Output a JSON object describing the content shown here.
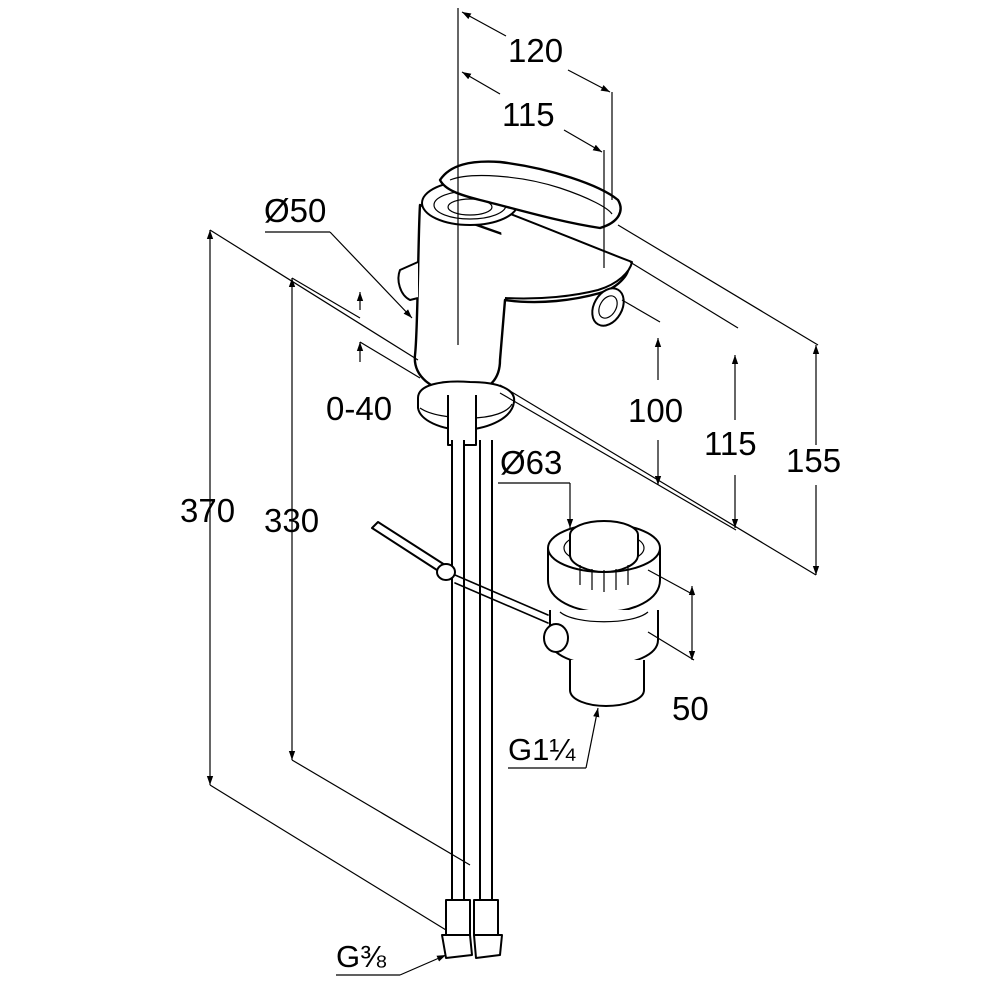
{
  "dimensions": {
    "d120": "120",
    "d115_top": "115",
    "dia50": "Ø50",
    "d0_40": "0-40",
    "d100": "100",
    "d115_right": "115",
    "d155": "155",
    "dia63": "Ø63",
    "d370": "370",
    "d330": "330",
    "d50": "50",
    "g114": "G1¼",
    "g38": "G⅜"
  }
}
